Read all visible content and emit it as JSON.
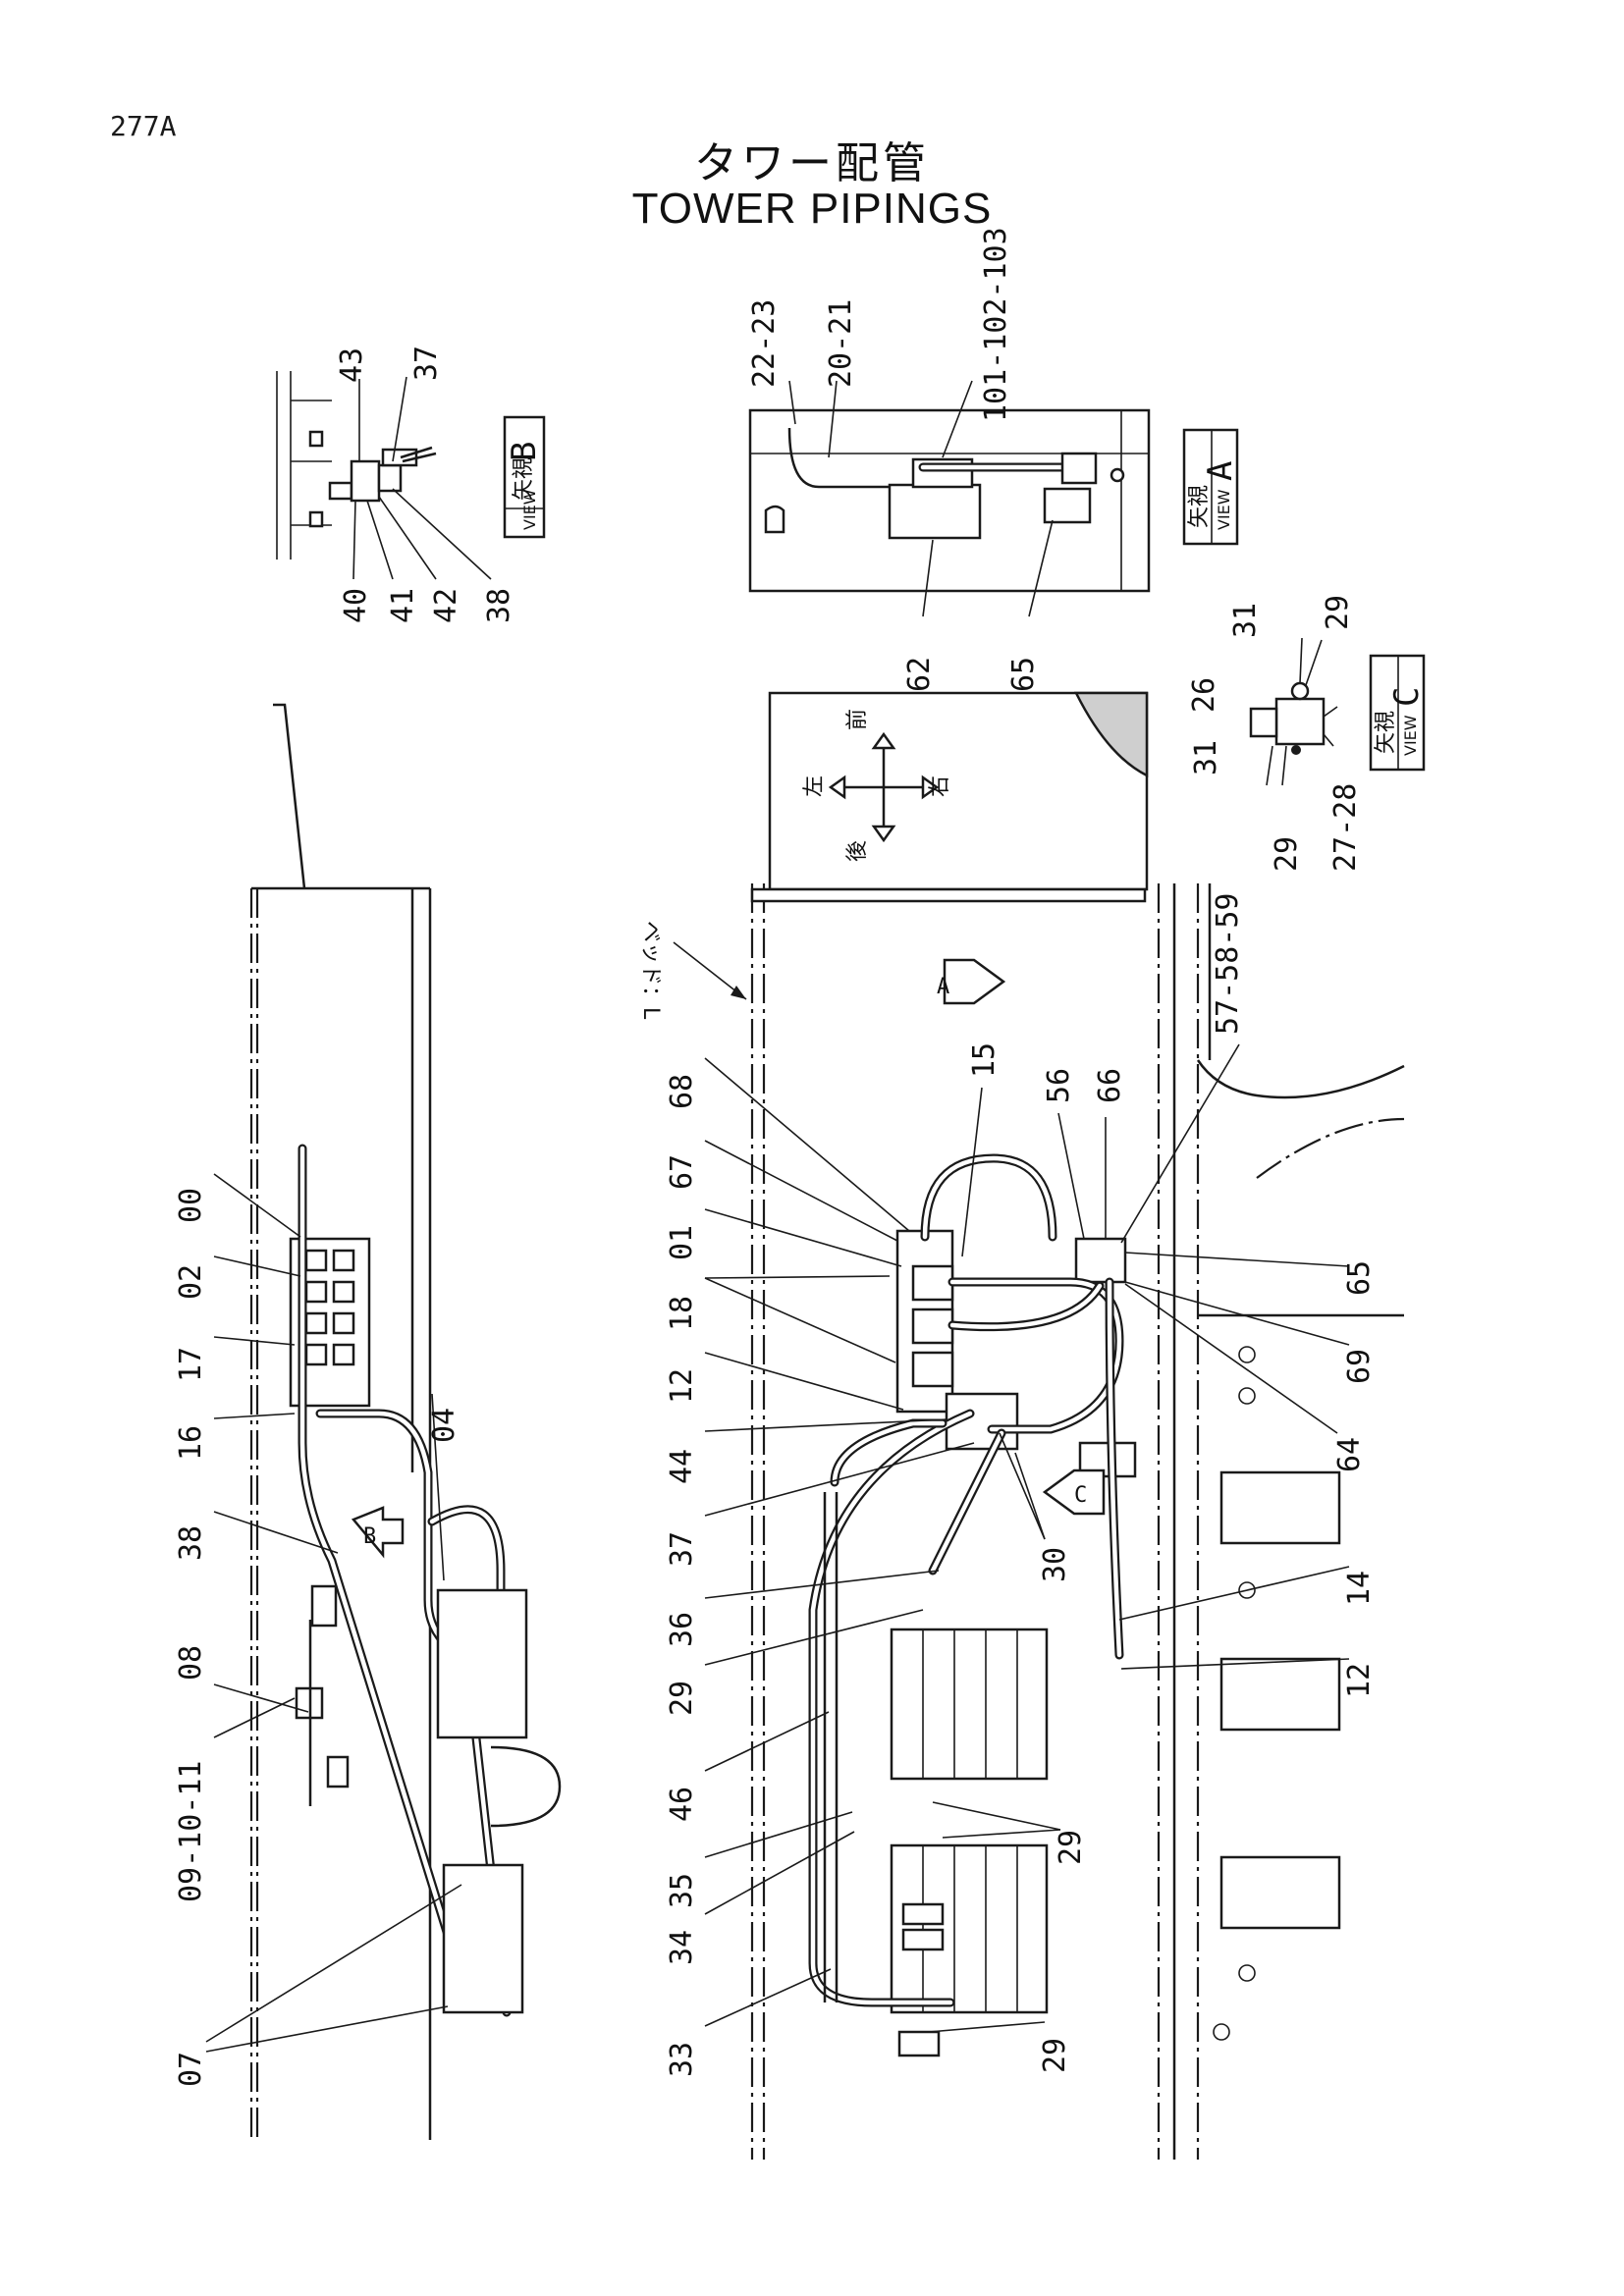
{
  "page_id": "277A",
  "title_jp": "タワー配管",
  "title_en": "TOWER PIPINGS",
  "views": {
    "view_a": {
      "jp": "矢視",
      "en": "VIEW",
      "letter": "A"
    },
    "view_b": {
      "jp": "矢視",
      "en": "VIEW",
      "letter": "B"
    },
    "view_c": {
      "jp": "矢視",
      "en": "VIEW",
      "letter": "C"
    }
  },
  "arrow_markers": {
    "a": "A",
    "b": "B",
    "c": "C"
  },
  "directions": {
    "front": "前",
    "rear": "後",
    "left": "左",
    "right": "右"
  },
  "bed_note": "ベッド：L",
  "callouts": {
    "view_b": [
      "43",
      "37",
      "40",
      "41",
      "42",
      "38"
    ],
    "view_a": [
      "22-23",
      "20-21",
      "101-102-103",
      "62",
      "65"
    ],
    "view_c": [
      "31",
      "29",
      "26",
      "31",
      "29",
      "27-28"
    ],
    "left_assembly": [
      "00",
      "02",
      "17",
      "16",
      "38",
      "04",
      "08",
      "09-10-11",
      "07"
    ],
    "main_assembly": [
      "68",
      "67",
      "01",
      "18",
      "12",
      "44",
      "37",
      "36",
      "29",
      "46",
      "35",
      "34",
      "33",
      "15",
      "56",
      "66",
      "57-58-59",
      "65",
      "69",
      "64",
      "30",
      "14",
      "12",
      "29",
      "29"
    ]
  }
}
